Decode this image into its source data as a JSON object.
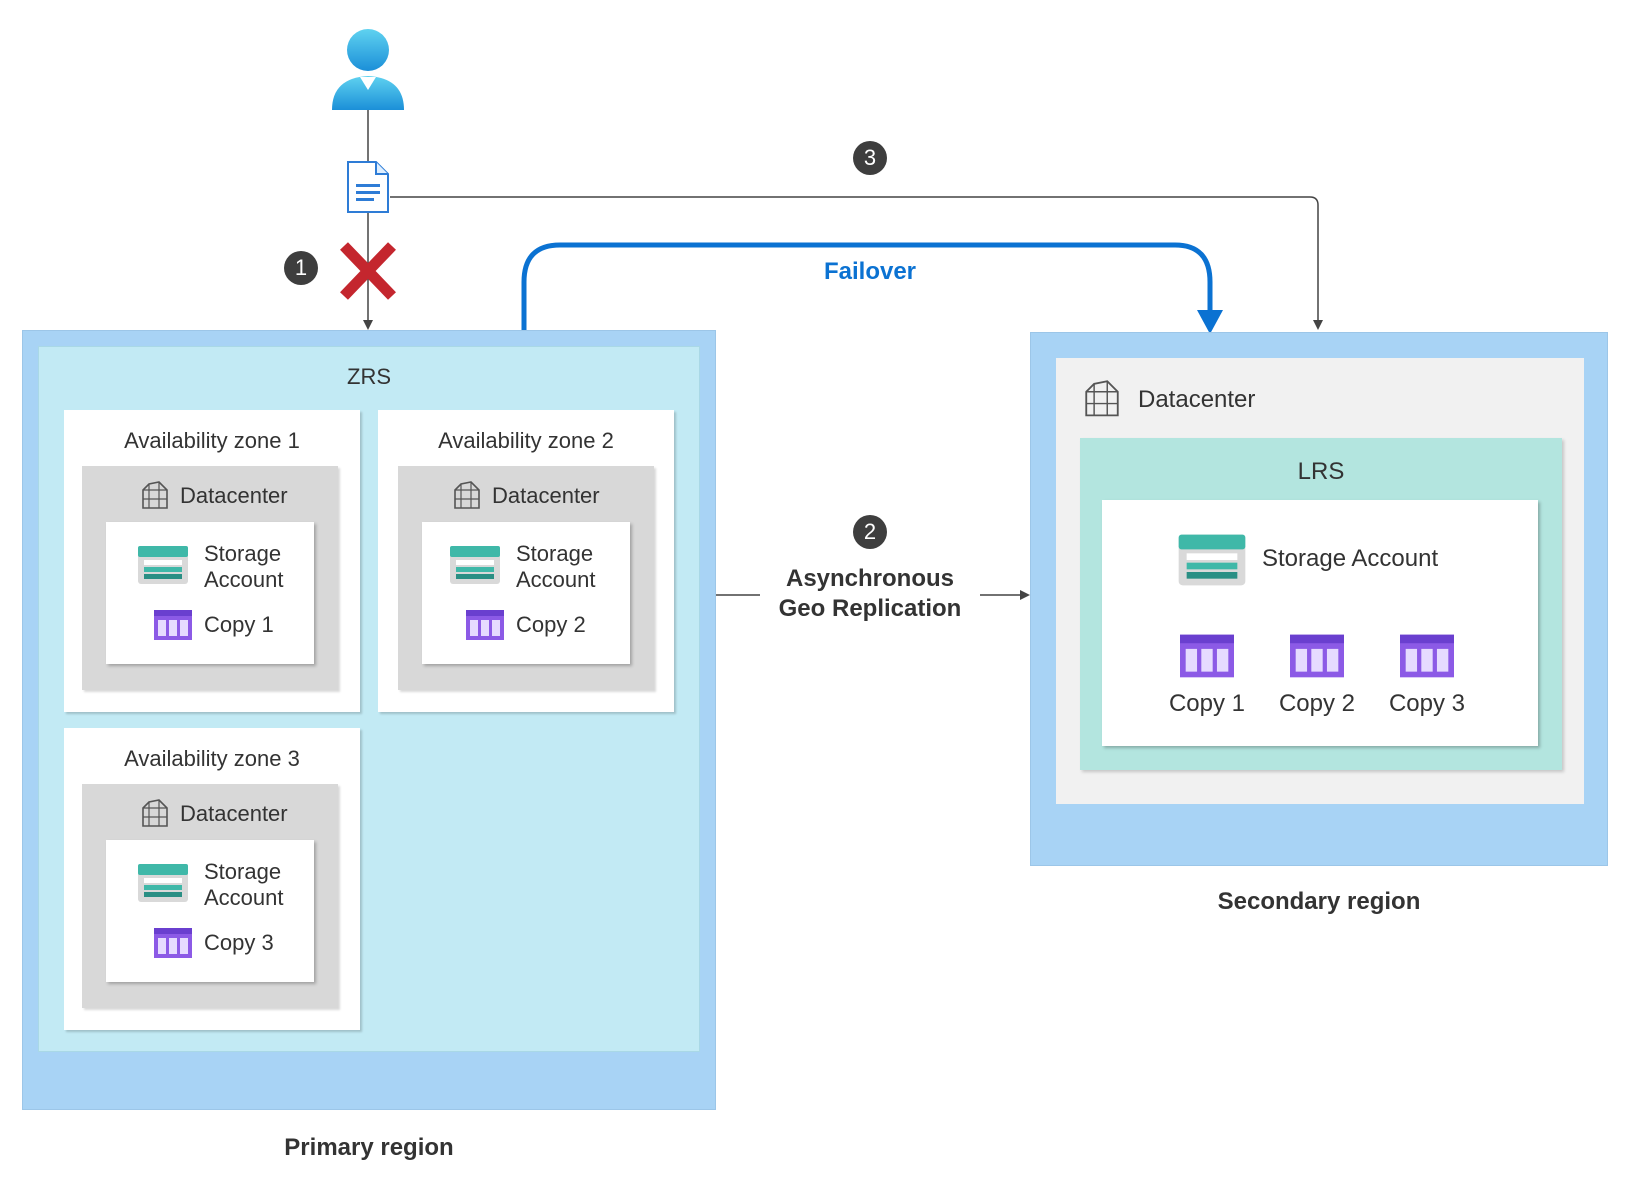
{
  "steps": {
    "step1": "1",
    "step2": "2",
    "step3": "3"
  },
  "failover_label": "Failover",
  "replication_label": {
    "line1": "Asynchronous",
    "line2": "Geo Replication"
  },
  "primary": {
    "region_label": "Primary region",
    "zrs_label": "ZRS",
    "zones": [
      {
        "title": "Availability zone 1",
        "datacenter": "Datacenter",
        "storage_line1": "Storage",
        "storage_line2": "Account",
        "copy": "Copy 1"
      },
      {
        "title": "Availability zone 2",
        "datacenter": "Datacenter",
        "storage_line1": "Storage",
        "storage_line2": "Account",
        "copy": "Copy 2"
      },
      {
        "title": "Availability zone 3",
        "datacenter": "Datacenter",
        "storage_line1": "Storage",
        "storage_line2": "Account",
        "copy": "Copy 3"
      }
    ]
  },
  "secondary": {
    "region_label": "Secondary region",
    "datacenter": "Datacenter",
    "lrs_label": "LRS",
    "storage_account": "Storage Account",
    "copies": [
      "Copy 1",
      "Copy 2",
      "Copy 3"
    ]
  },
  "colors": {
    "failover_blue": "#0b72d2",
    "error_red": "#c4262e",
    "region_blue": "#a8d3f5",
    "zrs_cyan": "#c2eaf4",
    "lrs_teal": "#b3e5df",
    "copy_purple": "#8c5ae6",
    "storage_teal": "#3fb8a8"
  },
  "icons": {
    "user": "user-icon",
    "document": "document-icon",
    "error": "error-x-icon",
    "datacenter": "datacenter-icon",
    "storage": "storage-account-icon",
    "copy": "copy-icon"
  }
}
